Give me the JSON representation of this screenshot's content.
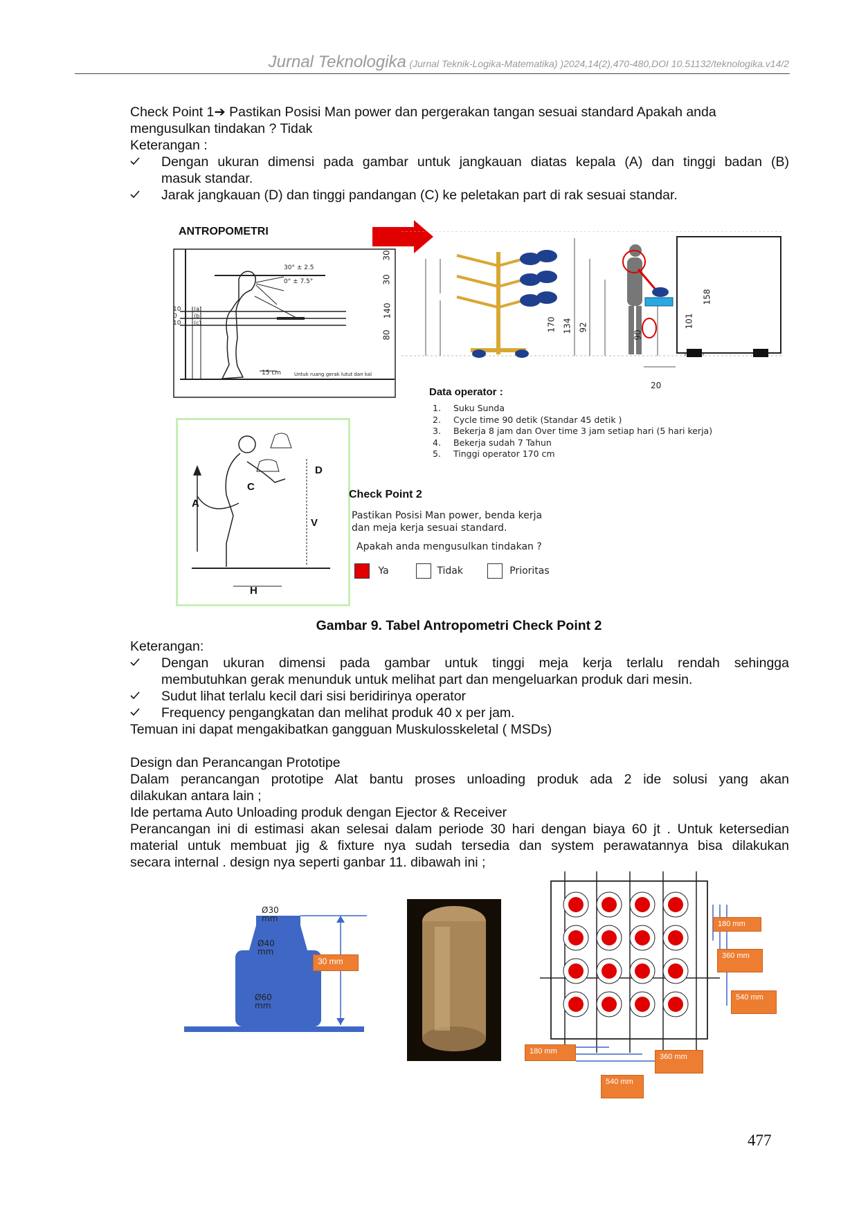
{
  "header": {
    "journal": "Jurnal Teknologika",
    "ref": "(Jurnal Teknik-Logika-Matematika) )2024,14(2),470-480,DOI 10.51132/teknologika.v14/2"
  },
  "check1": {
    "line1": "Check Point 1➔  Pastikan Posisi Man power dan pergerakan tangan sesuai standard Apakah anda",
    "line2": "mengusulkan tindakan ?  Tidak",
    "ket": "Keterangan :",
    "b1a": "Dengan ukuran dimensi pada gambar untuk jangkauan diatas kepala (A) dan tinggi badan (B)",
    "b1b": "masuk standar.",
    "b2": "Jarak jangkauan (D) dan tinggi pandangan (C) ke peletakan part di rak sesuai standar."
  },
  "figure9": {
    "antropometri_title": "ANTROPOMETRI",
    "angle1": "30° ± 2.5",
    "angle2": "0° ± 7.5°",
    "dist": "15 cm",
    "dist_note": "Untuk ruang gerak lutut dan kal",
    "levels": [
      "10",
      "0",
      "10"
    ],
    "level_tags": [
      "(a)",
      "(b)",
      "(c)"
    ],
    "rack_dims": [
      "140",
      "30",
      "30",
      "80"
    ],
    "person_dims": [
      "170",
      "134",
      "92",
      "90",
      "101",
      "158"
    ],
    "bottom_dim": "20",
    "data_operator_title": "Data operator :",
    "data_operator": [
      "Suku Sunda",
      "Cycle time 90 detik (Standar 45 detik )",
      "Bekerja 8 jam dan Over time 3 jam setiap hari (5 hari kerja)",
      "Bekerja sudah 7 Tahun",
      "Tinggi operator 170 cm"
    ],
    "posture_letters": [
      "A",
      "C",
      "D",
      "V",
      "H"
    ],
    "cp2_title": "Check Point 2",
    "cp2_text1": "Pastikan Posisi Man power, benda kerja",
    "cp2_text2": "dan meja kerja sesuai standard.",
    "cp2_q": "Apakah anda mengusulkan tindakan ?",
    "opt_ya": "Ya",
    "opt_tidak": "Tidak",
    "opt_prioritas": "Prioritas",
    "caption": "Gambar 9. Tabel Antropometri Check Point 2"
  },
  "ket2": {
    "ket": "Keterangan:",
    "b1a": "Dengan ukuran dimensi pada gambar untuk tinggi meja kerja terlalu rendah sehingga",
    "b1b": "membutuhkan gerak menunduk untuk melihat part dan mengeluarkan produk dari mesin.",
    "b2": "Sudut lihat terlalu kecil dari sisi beridirinya operator",
    "b3": "Frequency pengangkatan dan melihat produk 40 x per jam.",
    "temuan": "Temuan ini dapat mengakibatkan gangguan Muskulosskeletal ( MSDs)"
  },
  "design": {
    "title": "Design dan Perancangan Prototipe",
    "p1a": "Dalam  perancangan prototipe Alat bantu proses unloading produk ada  2 ide solusi yang akan",
    "p1b": "dilakukan antara lain ;",
    "p2": "Ide pertama Auto Unloading produk dengan  Ejector & Receiver",
    "p3a": "Perancangan ini di estimasi akan selesai dalam periode 30 hari dengan biaya 60 jt . Untuk ketersedian",
    "p3b": "material untuk membuat jig & fixture nya sudah tersedia dan system perawatannya bisa dilakukan",
    "p3c": "secara internal . design nya seperti ganbar 11. dibawah ini ;"
  },
  "figure11": {
    "d30": "Ø30",
    "d30u": "mm",
    "d40": "Ø40",
    "d40u": "mm",
    "d60": "Ø60",
    "d60u": "mm",
    "h30": "30 mm",
    "grid_dims_right": [
      "180 mm",
      "360 mm",
      "540 mm"
    ],
    "grid_dims_bottom": [
      "180 mm",
      "360 mm",
      "540 mm"
    ],
    "accent": "#e00000",
    "blue": "#3f67c6",
    "orange": "#ed7d31"
  },
  "page_number": "477"
}
